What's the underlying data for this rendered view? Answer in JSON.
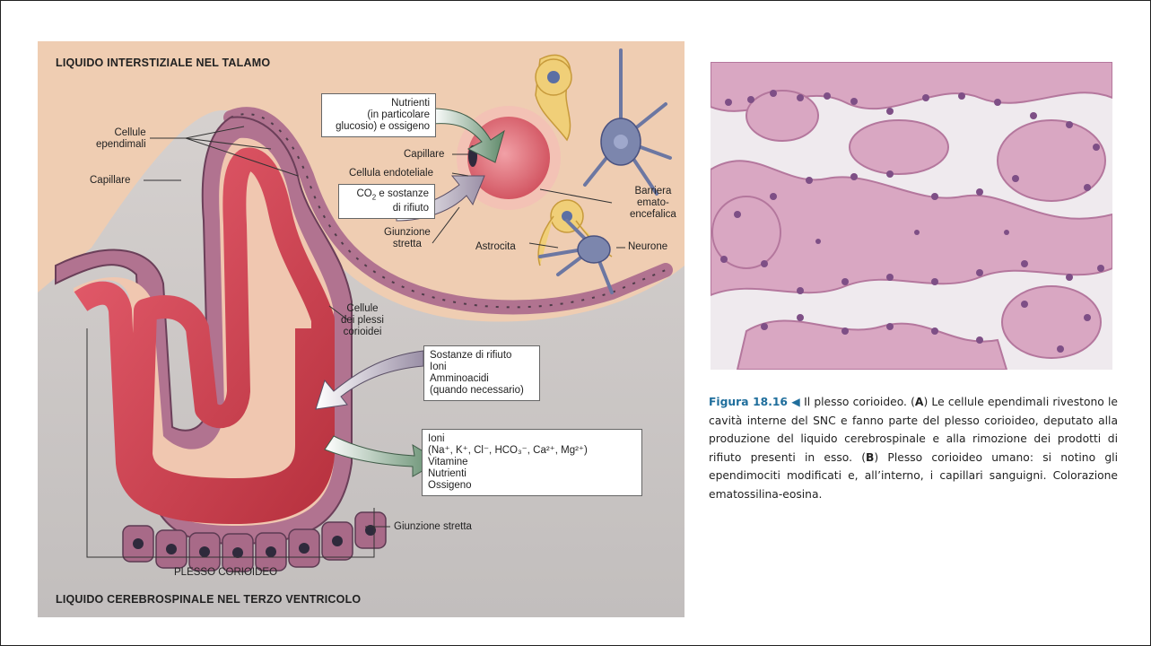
{
  "illustration": {
    "heading_top": "LIQUIDO INTERSTIZIALE NEL TALAMO",
    "heading_bottom": "LIQUIDO CEREBROSPINALE NEL TERZO VENTRICOLO",
    "labels": {
      "cellule_ependimali": "Cellule\nependimali",
      "capillare_left": "Capillare",
      "capillare_right": "Capillare",
      "cellula_endoteliale": "Cellula endoteliale",
      "giunzione_stretta_top": "Giunzione\nstretta",
      "astrocita": "Astrocita",
      "barriera": "Barriera\nemato-\nencefalica",
      "neurone": "Neurone",
      "cellule_plessi": "Cellule\ndei plessi\ncorioidei",
      "giunzione_stretta_bottom": "Giunzione stretta",
      "plesso_corioideo": "PLESSO CORIOIDEO"
    },
    "boxes": {
      "nutrienti": "Nutrienti\n(in particolare\nglucosio) e ossigeno",
      "co2_line1_pre": "CO",
      "co2_sub": "2",
      "co2_line1_post": " e sostanze",
      "co2_line2": "di rifiuto",
      "sostanze": "Sostanze di rifiuto\nIoni\nAmminoacidi\n(quando necessario)",
      "ioni_title": "Ioni",
      "ioni_formula": "(Na⁺, K⁺, Cl⁻, HCO₃⁻, Ca²⁺, Mg²⁺)",
      "ioni_rest": "Vitamine\nNutrienti\nOssigeno"
    },
    "colors": {
      "background": "#c9c5c4",
      "thalamus": "#efcdb2",
      "capillary": "#d84a58",
      "ependymal": "#b17390",
      "astrocyte": "#f0cf78",
      "neuron": "#7c86ad"
    }
  },
  "photo": {
    "description_icon": "micrograph-image",
    "colors": {
      "background": "#efeaee",
      "tissue": "#c889ad",
      "nucleus": "#7e4f86"
    }
  },
  "caption": {
    "figure": "Figura 18.16",
    "arrow": "◀",
    "p1": " Il plesso corioideo. (",
    "a": "A",
    "p2": ") Le cellule ependimali rivestono le cavità interne del SNC e fanno parte del plesso corioideo, deputato alla produzione del liquido cerebrospinale e alla rimozione dei prodotti di rifiuto presenti in esso. (",
    "b": "B",
    "p3": ") Plesso corioideo umano: si notino gli ependimociti modificati e, all’interno, i capillari sanguigni. Colorazione ematossilina-eosina."
  }
}
